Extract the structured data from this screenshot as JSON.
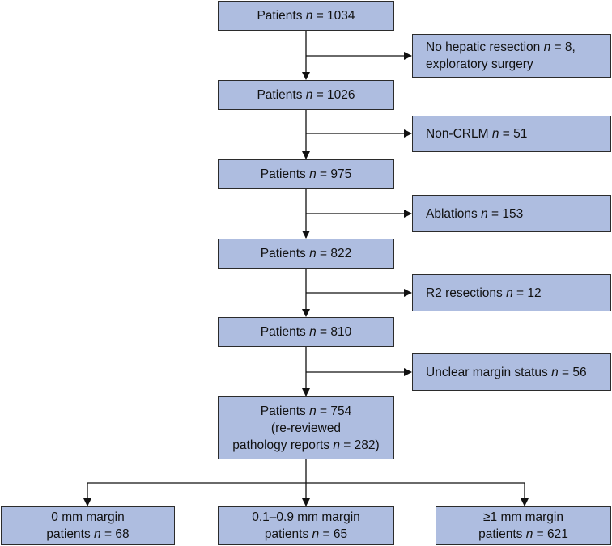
{
  "flow": {
    "main": [
      {
        "pre": "Patients ",
        "var": "n",
        "post": " = 1034"
      },
      {
        "pre": "Patients ",
        "var": "n",
        "post": " = 1026"
      },
      {
        "pre": "Patients ",
        "var": "n",
        "post": " = 975"
      },
      {
        "pre": "Patients ",
        "var": "n",
        "post": " = 822"
      },
      {
        "pre": "Patients ",
        "var": "n",
        "post": " = 810"
      }
    ],
    "final": {
      "l1pre": "Patients ",
      "l1var": "n",
      "l1post": " = 754",
      "l2": "(re-reviewed",
      "l3pre": "pathology reports ",
      "l3var": "n",
      "l3post": " = 282)"
    },
    "exclusions": [
      {
        "l1pre": "No hepatic resection ",
        "var": "n",
        "l1post": " = 8,",
        "l2": "exploratory surgery"
      },
      {
        "pre": "Non-CRLM ",
        "var": "n",
        "post": " = 51"
      },
      {
        "pre": "Ablations ",
        "var": "n",
        "post": " = 153"
      },
      {
        "pre": "R2 resections ",
        "var": "n",
        "post": " = 12"
      },
      {
        "pre": "Unclear margin status ",
        "var": "n",
        "post": " = 56"
      }
    ],
    "outcomes": [
      {
        "l1": "0 mm margin",
        "l2pre": "patients ",
        "var": "n",
        "l2post": " = 68"
      },
      {
        "l1": "0.1–0.9 mm margin",
        "l2pre": "patients ",
        "var": "n",
        "l2post": " = 65"
      },
      {
        "l1": "≥1 mm margin",
        "l2pre": "patients ",
        "var": "n",
        "l2post": " = 621"
      }
    ]
  },
  "colors": {
    "box_fill": "#aebde0",
    "border": "#2b2b2b",
    "line": "#111111"
  }
}
